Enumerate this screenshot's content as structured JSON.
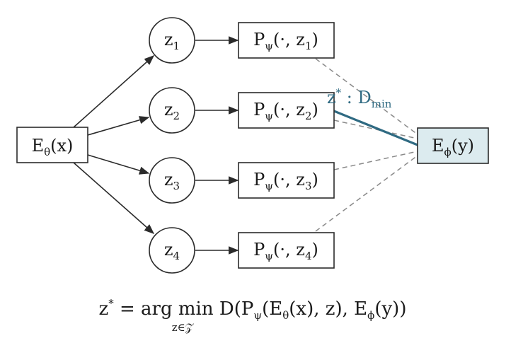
{
  "encoder": {
    "label": "E",
    "sub": "θ",
    "arg": "(x)"
  },
  "target": {
    "label": "E",
    "sub": "ϕ",
    "arg": "(y)"
  },
  "latents": [
    {
      "name": "z",
      "sub": "1",
      "predictor": "P",
      "psub": "ψ",
      "pargs": "(·, z",
      "pclose": ")"
    },
    {
      "name": "z",
      "sub": "2",
      "predictor": "P",
      "psub": "ψ",
      "pargs": "(·, z",
      "pclose": ")"
    },
    {
      "name": "z",
      "sub": "3",
      "predictor": "P",
      "psub": "ψ",
      "pargs": "(·, z",
      "pclose": ")"
    },
    {
      "name": "z",
      "sub": "4",
      "predictor": "P",
      "psub": "ψ",
      "pargs": "(·, z",
      "pclose": ")"
    }
  ],
  "selection": {
    "zstar": "z",
    "sup": "*",
    "sep": " : ",
    "d": "D",
    "dsub": "min"
  },
  "equation": {
    "lhs": "z",
    "lhs_sup": "*",
    "eq": " = arg min ",
    "under": "z∈𝒵",
    "rhs": "D(P",
    "rhs_psub": "ψ",
    "rhs_mid": "(E",
    "rhs_esub": "θ",
    "rhs_mid2": "(x), z), E",
    "rhs_tsub": "ϕ",
    "rhs_end": "(y))"
  },
  "colors": {
    "accent": "#2f6a82",
    "highlight_fill": "#dcebef",
    "dashed": "#8a8a8a"
  }
}
